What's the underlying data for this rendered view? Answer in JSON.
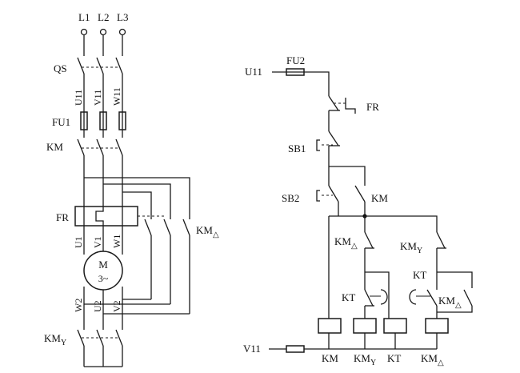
{
  "power_circuit": {
    "phases": [
      "L1",
      "L2",
      "L3"
    ],
    "qs": "QS",
    "terminals_top": [
      "U11",
      "V11",
      "W11"
    ],
    "fuse": "FU1",
    "km": "KM",
    "fr": "FR",
    "motor_terminals_1": [
      "U1",
      "V1",
      "W1"
    ],
    "motor_name": "M",
    "motor_type": "3~",
    "motor_terminals_2": [
      "W2",
      "U2",
      "V2"
    ],
    "km_delta": {
      "base": "KM",
      "sub": "△"
    },
    "km_y": {
      "base": "KM",
      "sub": "Y"
    }
  },
  "control_circuit": {
    "supply_top": "U11",
    "fuse": "FU2",
    "fr": "FR",
    "sb1": "SB1",
    "sb2": "SB2",
    "km_hold": "KM",
    "km_delta_contact": {
      "base": "KM",
      "sub": "△"
    },
    "km_y_contact": {
      "base": "KM",
      "sub": "Y"
    },
    "kt_left": "KT",
    "kt_right": "KT",
    "km_delta_hold": {
      "base": "KM",
      "sub": "△"
    },
    "supply_bottom": "V11",
    "coils": [
      {
        "base": "KM",
        "sub": ""
      },
      {
        "base": "KM",
        "sub": "Y"
      },
      {
        "base": "KT",
        "sub": ""
      },
      {
        "base": "KM",
        "sub": "△"
      }
    ]
  }
}
